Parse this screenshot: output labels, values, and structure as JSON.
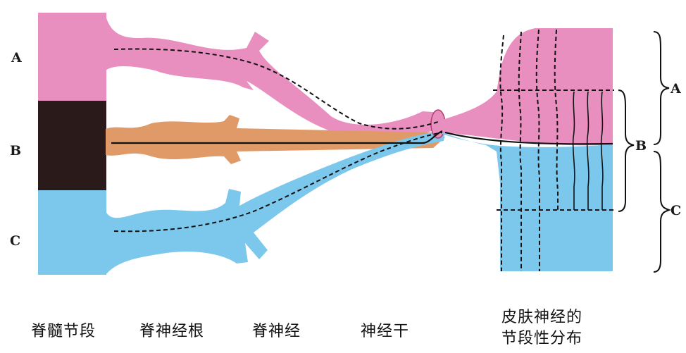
{
  "segments": {
    "A": {
      "label": "A",
      "color": "#e98fc0"
    },
    "B": {
      "label": "B",
      "color": "#2a1a1a"
    },
    "C": {
      "label": "C",
      "color": "#7cc8ec"
    }
  },
  "root_color": "#e09a68",
  "right_labels": {
    "A": "A",
    "B": "B",
    "C": "C"
  },
  "captions": {
    "spinal_segment": "脊髓节段",
    "nerve_root": "脊神经根",
    "spinal_nerve": "脊神经",
    "nerve_trunk": "神经干",
    "skin_line1": "皮肤神经的",
    "skin_line2": "节段性分布"
  }
}
